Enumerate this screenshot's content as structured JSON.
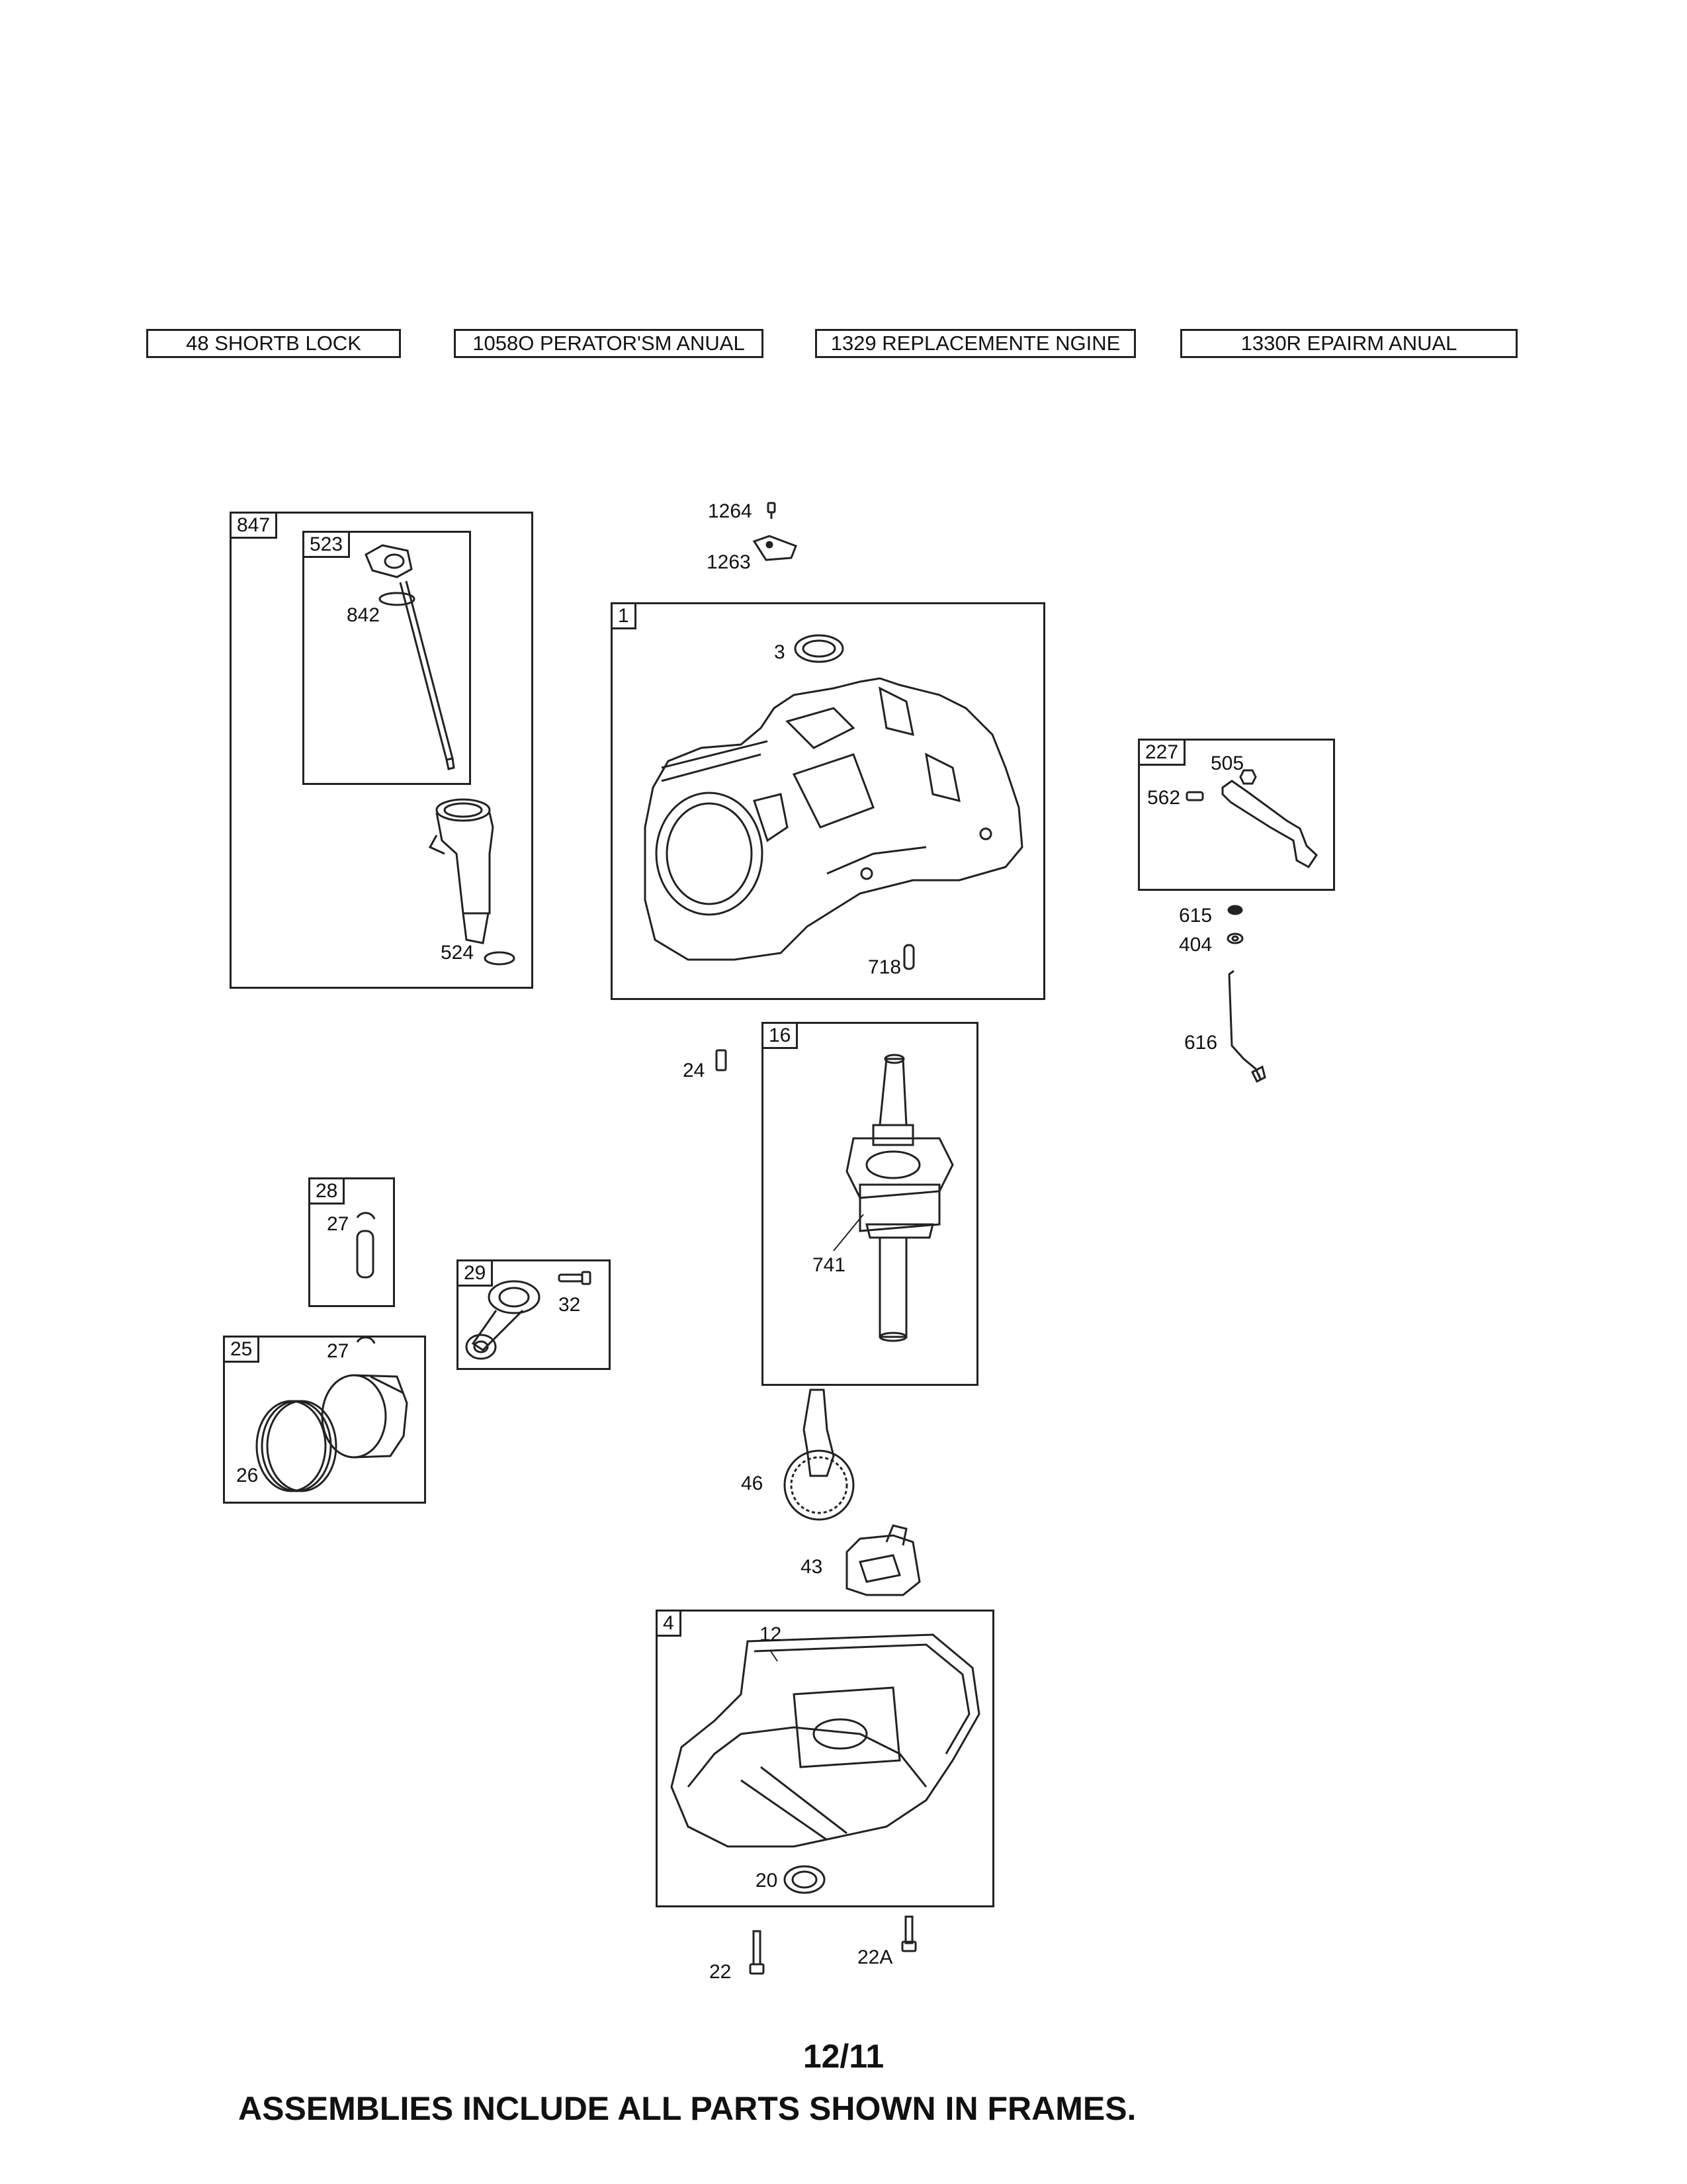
{
  "tabs": [
    {
      "label": "48 SHORTB LOCK"
    },
    {
      "label": "1058O PERATOR'SM ANUAL"
    },
    {
      "label": "1329 REPLACEMENTE NGINE"
    },
    {
      "label": "1330R EPAIRM ANUAL"
    }
  ],
  "frames": {
    "f847": "847",
    "f523": "523",
    "f1": "1",
    "f227": "227",
    "f16": "16",
    "f28": "28",
    "f29": "29",
    "f25": "25",
    "f4": "4"
  },
  "labels": {
    "p1264": "1264",
    "p1263": "1263",
    "p3": "3",
    "p842": "842",
    "p524": "524",
    "p718": "718",
    "p505": "505",
    "p562": "562",
    "p615": "615",
    "p404": "404",
    "p616": "616",
    "p24": "24",
    "p741": "741",
    "p27a": "27",
    "p32": "32",
    "p27b": "27",
    "p26": "26",
    "p46": "46",
    "p43": "43",
    "p12": "12",
    "p20": "20",
    "p22": "22",
    "p22A": "22A"
  },
  "footer": {
    "date": "12/11",
    "note": "ASSEMBLIES INCLUDE ALL PARTS SHOWN IN FRAMES."
  }
}
